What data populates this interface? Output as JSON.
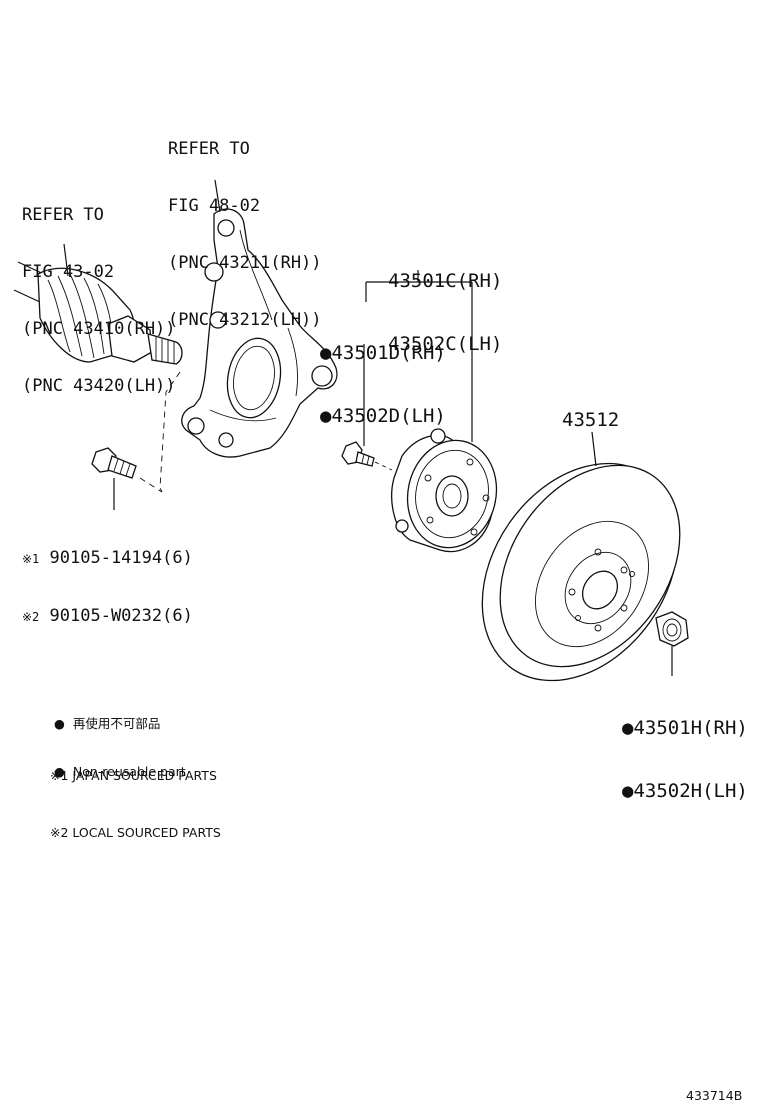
{
  "callouts": {
    "knuckle_ref": [
      "REFER TO",
      "FIG 48-02",
      "(PNC 43211(RH))",
      "(PNC 43212(LH))"
    ],
    "driveshaft_ref": [
      "REFER TO",
      "FIG 43-02",
      "(PNC 43410(RH))",
      "(PNC 43420(LH))"
    ],
    "hub_assy": [
      "43501C(RH)",
      "43502C(LH)"
    ],
    "hub_bolt": [
      "●43501D(RH)",
      "●43502D(LH)"
    ],
    "rotor": "43512",
    "nut": [
      "●43501H(RH)",
      "●43502H(LH)"
    ],
    "bolts": [
      {
        "mark": "※1",
        "pnc": "90105-14194(6)"
      },
      {
        "mark": "※2",
        "pnc": "90105-W0232(6)"
      }
    ]
  },
  "legend": {
    "bullet": "●",
    "items": [
      "再使用不可部品",
      "Non-reusable part"
    ],
    "notes": [
      "※1 JAPAN SOURCED PARTS",
      "※2 LOCAL SOURCED PARTS"
    ]
  },
  "figure_id": "433714B"
}
